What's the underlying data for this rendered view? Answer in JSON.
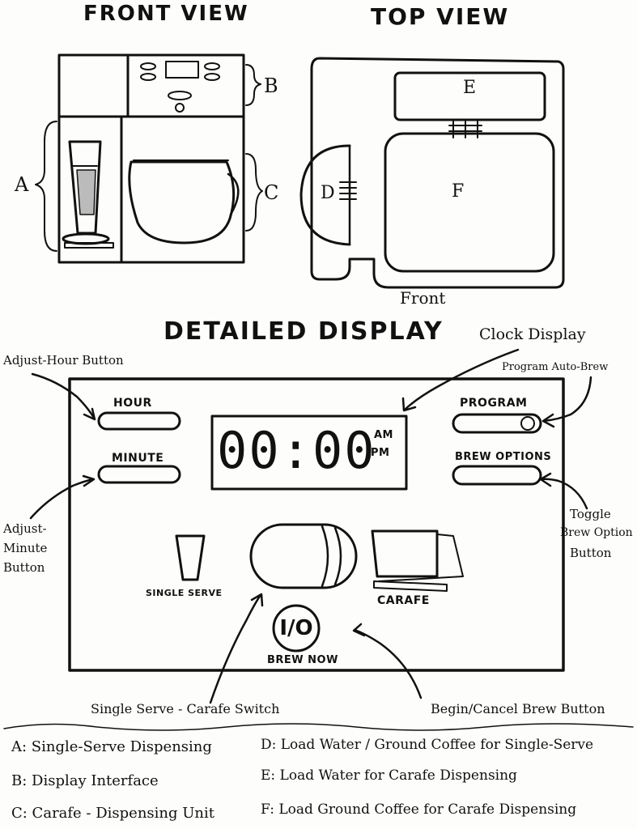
{
  "headings": {
    "front_view": "FRONT VIEW",
    "top_view": "TOP VIEW",
    "detailed_display": "DETAILED DISPLAY"
  },
  "front_labels": {
    "a": "A",
    "b": "B",
    "c": "C"
  },
  "top_labels": {
    "d": "D",
    "e": "E",
    "f": "F",
    "front": "Front"
  },
  "callouts": {
    "clock_display": "Clock Display",
    "adjust_hour": "Adjust-Hour Button",
    "program_auto_brew": "Program Auto-Brew",
    "adjust_minute_1": "Adjust-",
    "adjust_minute_2": "Minute",
    "adjust_minute_3": "Button",
    "toggle_1": "Toggle",
    "toggle_2": "Brew Option",
    "toggle_3": "Button",
    "switch": "Single Serve - Carafe Switch",
    "begin_cancel": "Begin/Cancel Brew Button"
  },
  "panel": {
    "hour": "HOUR",
    "minute": "MINUTE",
    "program": "PROGRAM",
    "brew_options": "BREW OPTIONS",
    "clock": "00:00",
    "am": "AM",
    "pm": "PM",
    "single_serve": "SINGLE SERVE",
    "carafe": "CARAFE",
    "power": "I/O",
    "brew_now": "BREW NOW"
  },
  "legend": [
    {
      "key": "A",
      "text": "A: Single-Serve Dispensing"
    },
    {
      "key": "B",
      "text": "B: Display Interface"
    },
    {
      "key": "C",
      "text": "C: Carafe - Dispensing Unit"
    },
    {
      "key": "D",
      "text": "D: Load Water / Ground Coffee for Single-Serve"
    },
    {
      "key": "E",
      "text": "E: Load Water for Carafe Dispensing"
    },
    {
      "key": "F",
      "text": "F: Load Ground Coffee for Carafe Dispensing"
    }
  ]
}
